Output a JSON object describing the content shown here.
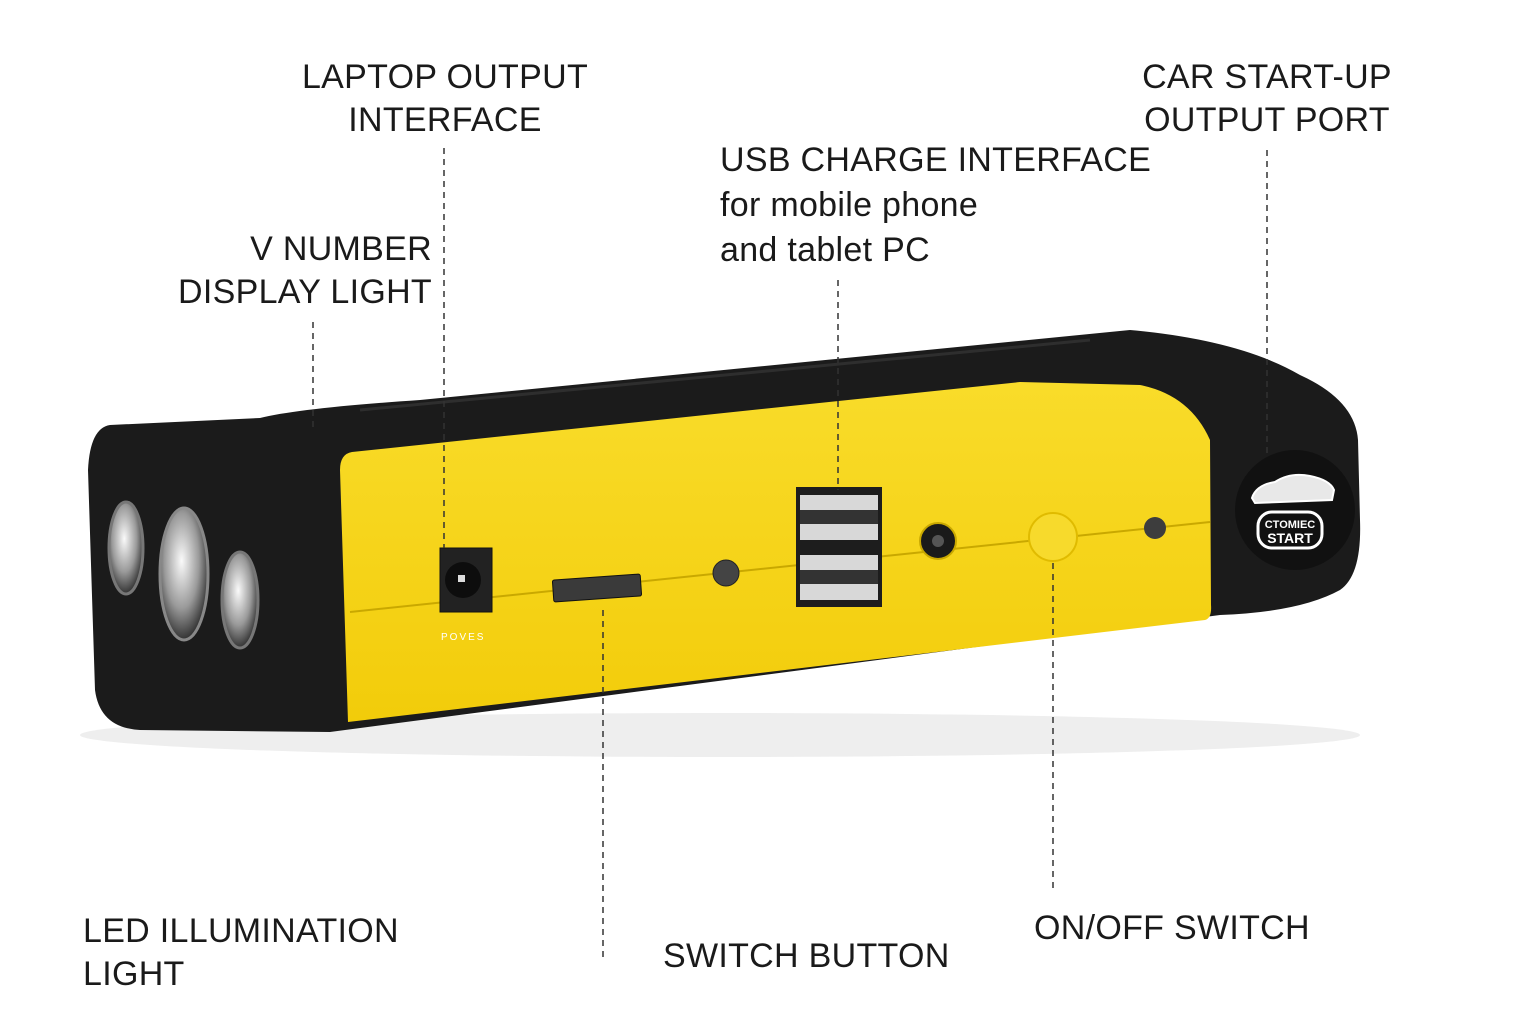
{
  "labels": {
    "laptop_output": [
      "LAPTOP OUTPUT",
      "INTERFACE"
    ],
    "v_number": [
      "V NUMBER",
      "DISPLAY LIGHT"
    ],
    "usb_charge": [
      "USB CHARGE INTERFACE",
      "for mobile phone",
      "and tablet PC"
    ],
    "car_start": [
      "CAR START-UP",
      "OUTPUT PORT"
    ],
    "led_light": [
      "LED ILLUMINATION",
      "LIGHT"
    ],
    "switch_button": "SWITCH BUTTON",
    "on_off_switch": "ON/OFF SWITCH"
  },
  "device": {
    "port_label": "POVES",
    "start_badge": [
      "CTOMIEC",
      "START"
    ],
    "colors": {
      "body": "#1b1b1b",
      "panel": "#f7d417",
      "accent": "#e7c20c"
    }
  }
}
